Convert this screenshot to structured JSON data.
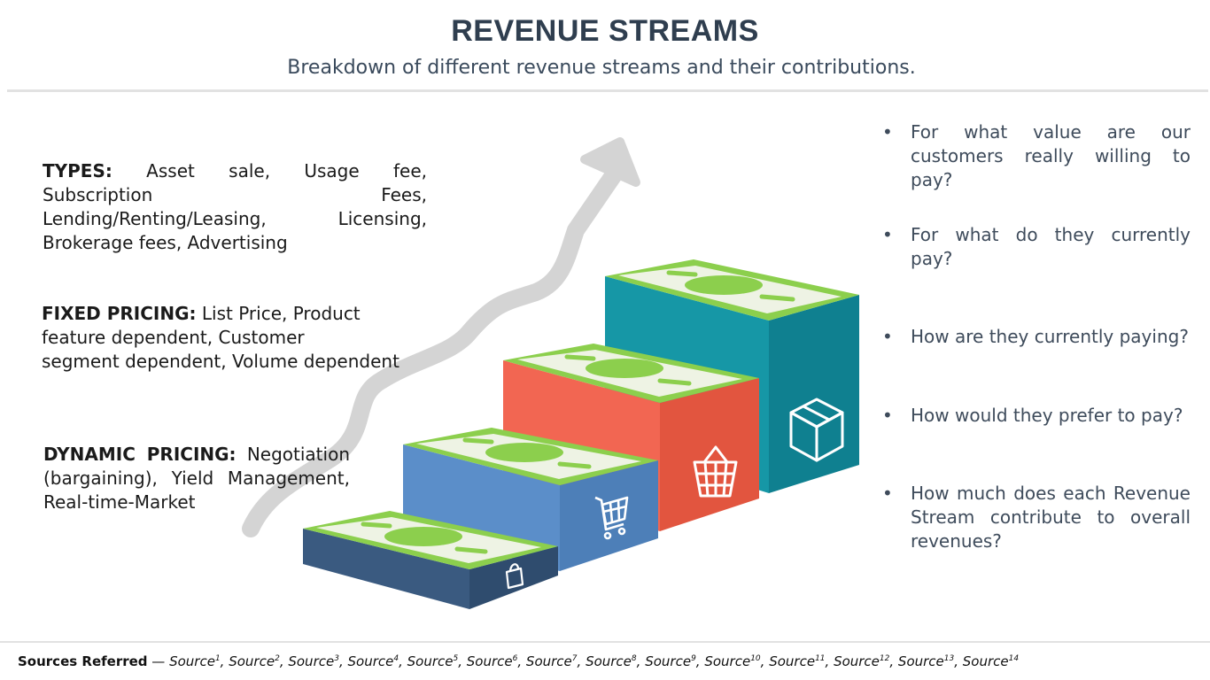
{
  "header": {
    "title": "REVENUE STREAMS",
    "subtitle": "Breakdown of different revenue streams and their contributions."
  },
  "left": {
    "types": {
      "label": "TYPES:",
      "text": "Asset sale, Usage fee, Subscription Fees, Lending/Renting/Leasing, Licensing, Brokerage fees, Advertising"
    },
    "fixed_pricing": {
      "label": "FIXED PRICING:",
      "line1": "List Price, Product feature dependent, Customer",
      "line2": "segment dependent, Volume dependent"
    },
    "dynamic_pricing": {
      "label": "DYNAMIC PRICING:",
      "text": "Negotiation (bargaining), Yield Management, Real-time-Market"
    }
  },
  "questions": [
    "For what value are our customers really willing to pay?",
    "For what do they currently pay?",
    "How are they currently paying?",
    "How would they prefer to pay?",
    "How much does each Revenue Stream contribute to overall revenues?"
  ],
  "bullet": "•",
  "graphic": {
    "icons": [
      "shopping-bag-icon",
      "shopping-cart-icon",
      "shopping-basket-icon",
      "package-box-icon"
    ],
    "colors": {
      "step1": "#3a5a80",
      "step2": "#5b8ec9",
      "step3": "#f26652",
      "step4": "#1697a6",
      "bill_green": "#8ccf4d",
      "bill_paper": "#eef3e4",
      "arrow": "#d4d4d4"
    }
  },
  "footer": {
    "label": "Sources Referred",
    "dash": " — ",
    "sources": [
      {
        "name": "Source",
        "n": "1"
      },
      {
        "name": "Source",
        "n": "2"
      },
      {
        "name": "Source",
        "n": "3"
      },
      {
        "name": "Source",
        "n": "4"
      },
      {
        "name": "Source",
        "n": "5"
      },
      {
        "name": "Source",
        "n": "6"
      },
      {
        "name": "Source",
        "n": "7"
      },
      {
        "name": "Source",
        "n": "8"
      },
      {
        "name": "Source",
        "n": "9"
      },
      {
        "name": "Source",
        "n": "10"
      },
      {
        "name": "Source",
        "n": "11"
      },
      {
        "name": "Source",
        "n": "12"
      },
      {
        "name": "Source",
        "n": "13"
      },
      {
        "name": "Source",
        "n": "14"
      }
    ]
  }
}
